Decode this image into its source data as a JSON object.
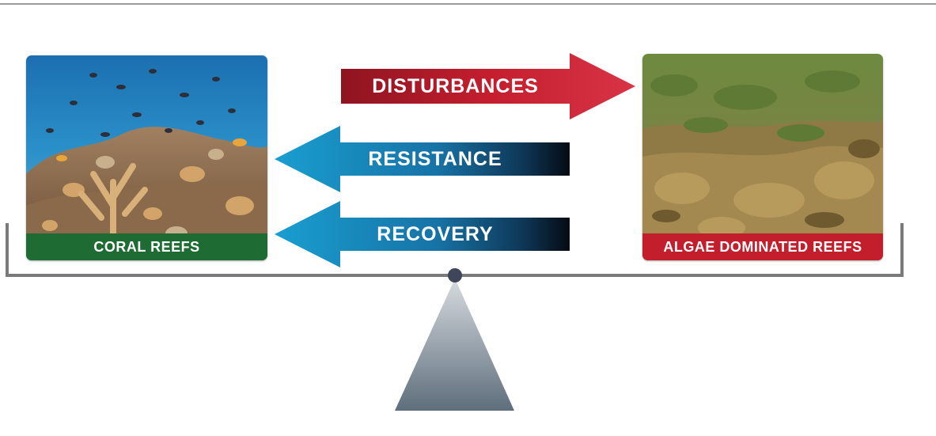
{
  "diagram": {
    "left_panel": {
      "caption": "CORAL REEFS",
      "caption_color": "#1e6b34",
      "photo": "coral-reef-photo"
    },
    "right_panel": {
      "caption": "ALGAE DOMINATED REEFS",
      "caption_color": "#c21e2c",
      "photo": "algae-reef-photo"
    },
    "arrows": [
      {
        "label": "DISTURBANCES",
        "direction": "right",
        "color": "#c41e2e"
      },
      {
        "label": "RESISTANCE",
        "direction": "left",
        "color": "#1a8bbf"
      },
      {
        "label": "RECOVERY",
        "direction": "left",
        "color": "#1a8bbf"
      }
    ],
    "balance": {
      "beam_color": "#7a7a7a",
      "fulcrum_color": "#5e6e7c",
      "pivot_color": "#3f4659"
    }
  }
}
